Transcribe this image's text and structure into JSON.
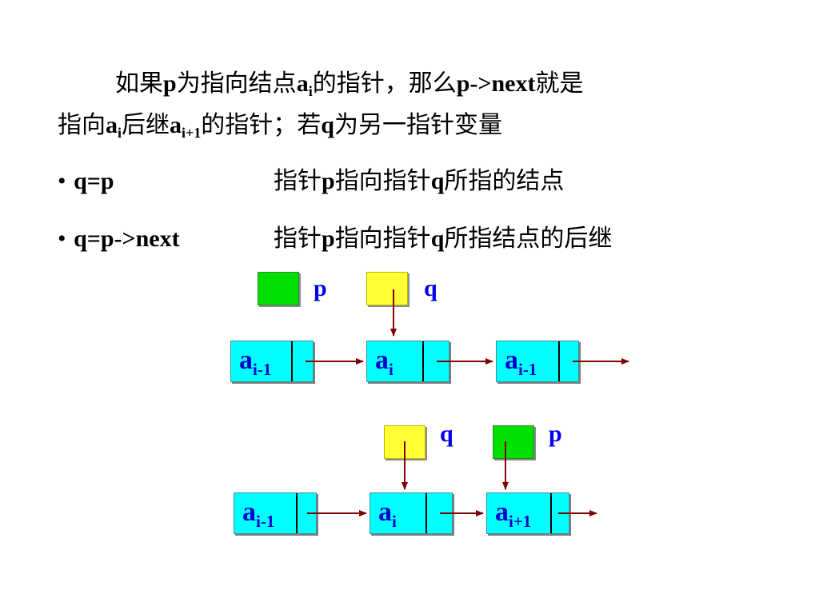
{
  "text": {
    "p1_l1_a": "如果",
    "p1_l1_b": "p",
    "p1_l1_c": "为指向结点",
    "p1_l1_d": "a",
    "p1_l1_e": "i",
    "p1_l1_f": "的指针，那么",
    "p1_l1_g": "p->next",
    "p1_l1_h": "就是",
    "p1_l2_a": "指向",
    "p1_l2_b": "a",
    "p1_l2_c": "i",
    "p1_l2_d": "后继",
    "p1_l2_e": "a",
    "p1_l2_f": "i+1",
    "p1_l2_g": "的指针；若",
    "p1_l2_h": "q",
    "p1_l2_i": "为另一指针变量"
  },
  "bullets": [
    {
      "marker": "•",
      "code": "q=p",
      "desc_a": "指针",
      "desc_b": "p",
      "desc_c": "指向指针",
      "desc_d": "q",
      "desc_e": "所指的结点"
    },
    {
      "marker": "•",
      "code": "q=p->next",
      "desc_a": "指针",
      "desc_b": "p",
      "desc_c": "指向指针",
      "desc_d": "q",
      "desc_e": "所指结点的后继"
    }
  ],
  "diagram1": {
    "pointers": [
      {
        "label": "p",
        "color": "#00e000"
      },
      {
        "label": "q",
        "color": "#ffff33"
      }
    ],
    "nodes": [
      {
        "base": "a",
        "sub": "i-1"
      },
      {
        "base": "a",
        "sub": "i"
      },
      {
        "base": "a",
        "sub": "i-1"
      }
    ]
  },
  "diagram2": {
    "pointers": [
      {
        "label": "q",
        "color": "#ffff33"
      },
      {
        "label": "p",
        "color": "#00e000"
      }
    ],
    "nodes": [
      {
        "base": "a",
        "sub": "i-1"
      },
      {
        "base": "a",
        "sub": "i"
      },
      {
        "base": "a",
        "sub": "i+1"
      }
    ]
  },
  "colors": {
    "node_fill": "#00ffff",
    "node_text": "#0000cc",
    "pointer_label": "#0000ee",
    "arrow": "#800000"
  }
}
